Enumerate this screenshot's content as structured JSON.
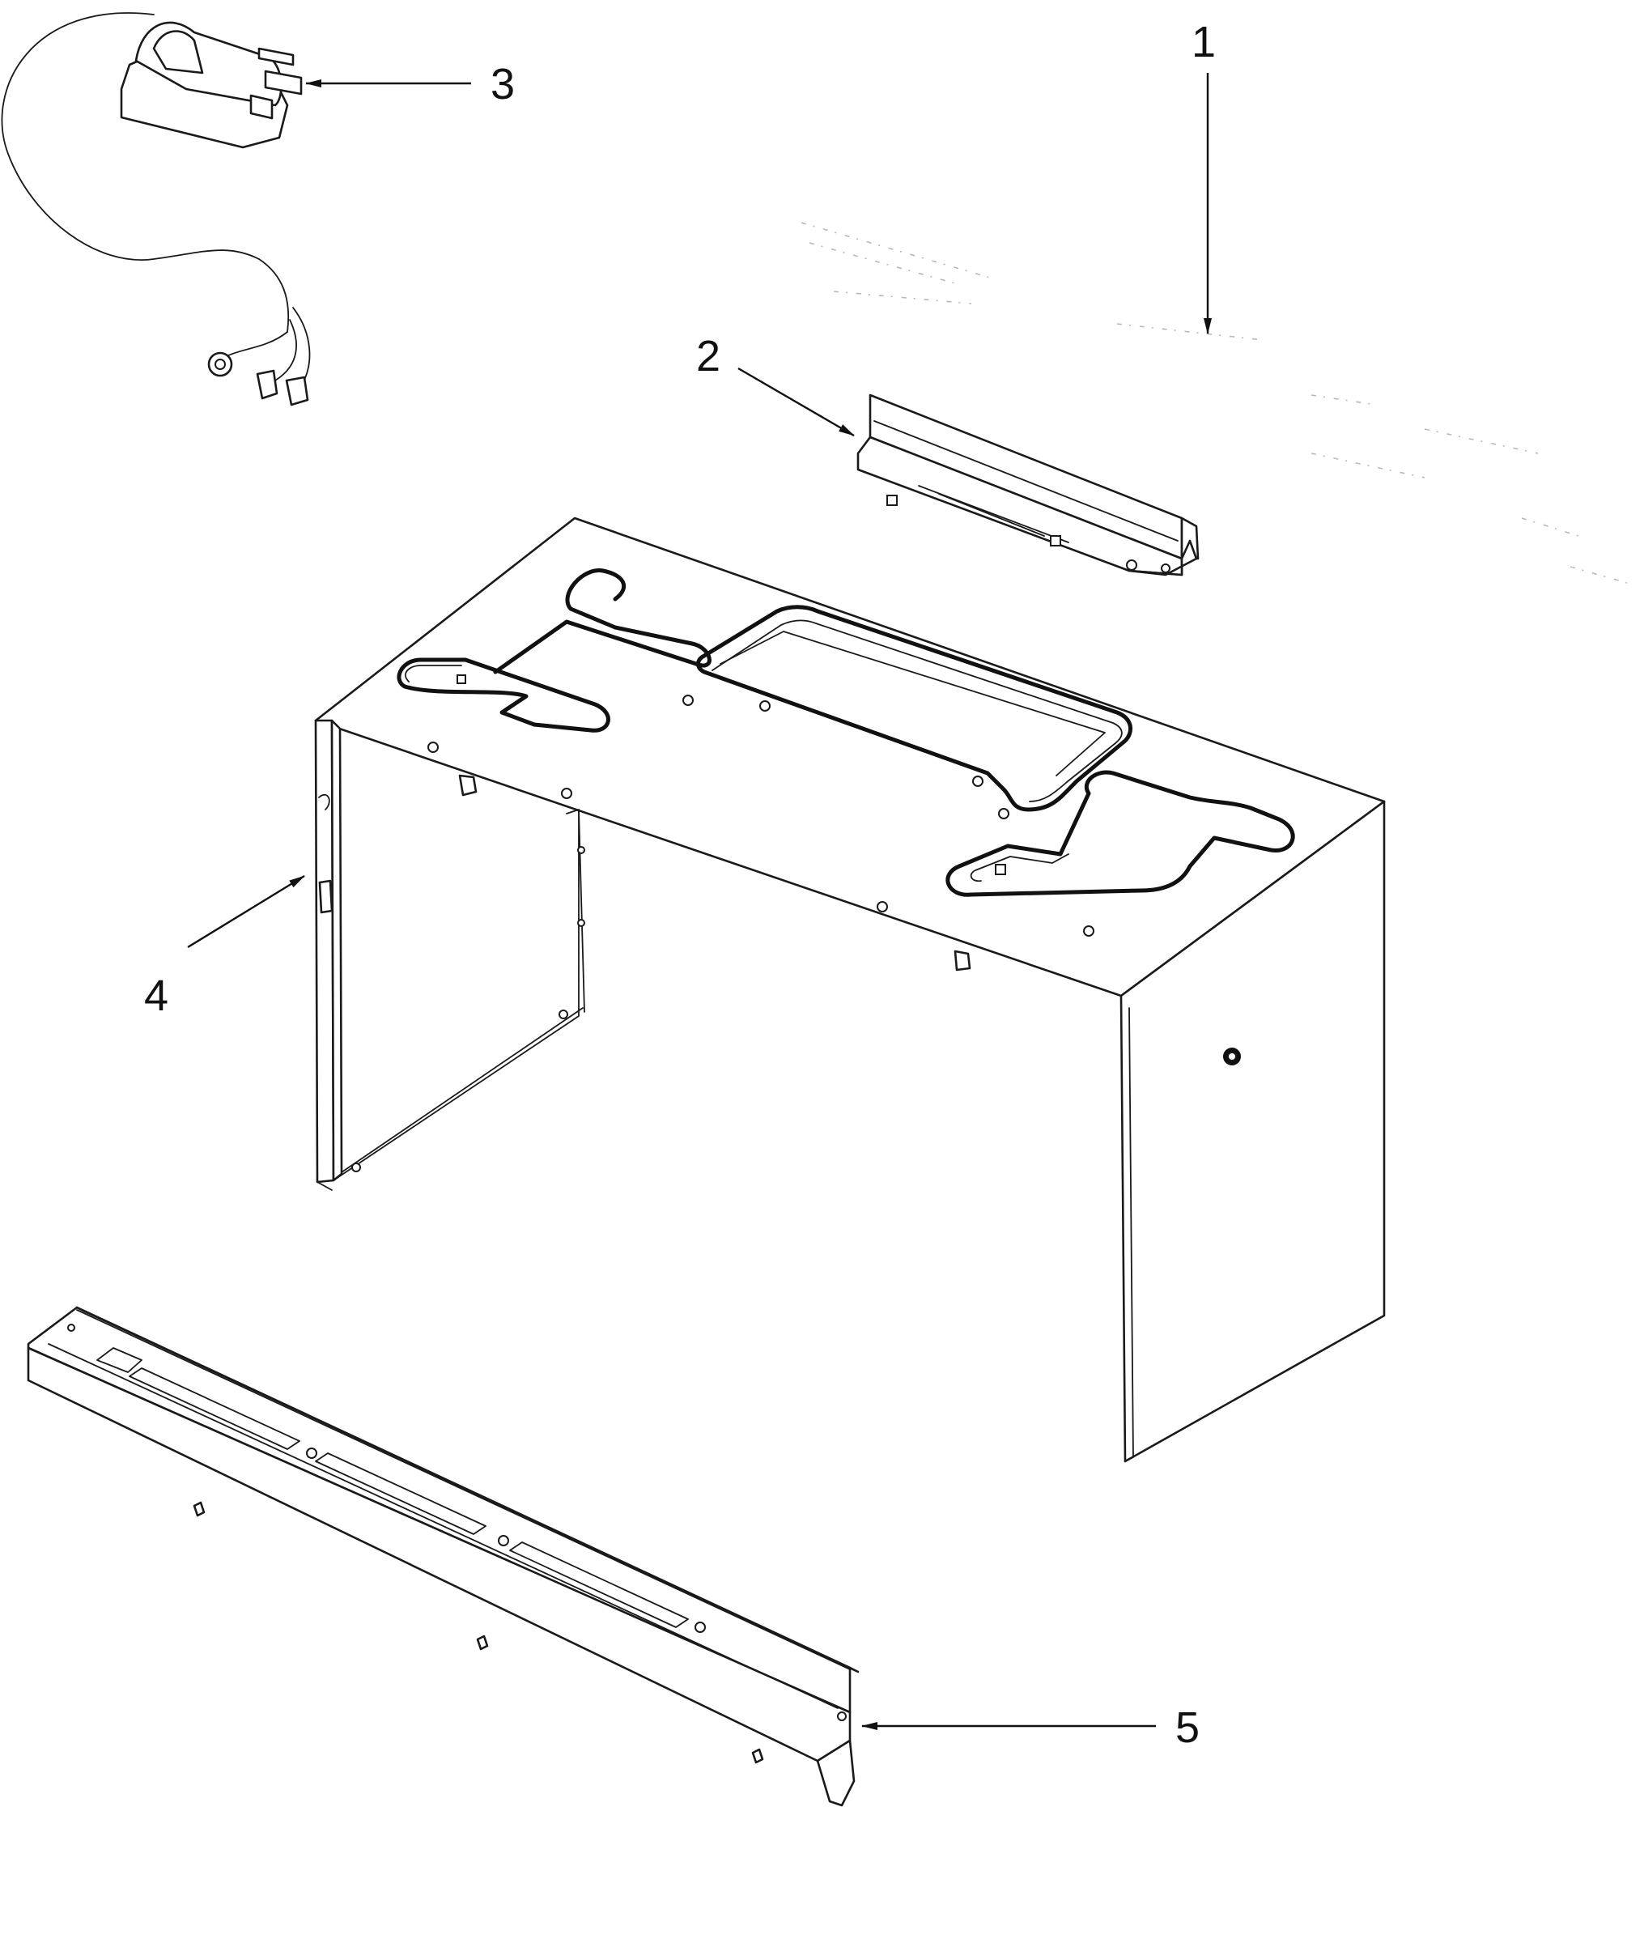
{
  "diagram": {
    "callouts": [
      {
        "id": "1",
        "label": "1"
      },
      {
        "id": "2",
        "label": "2"
      },
      {
        "id": "3",
        "label": "3"
      },
      {
        "id": "4",
        "label": "4"
      },
      {
        "id": "5",
        "label": "5"
      }
    ],
    "colors": {
      "line": "#1a1a1a",
      "background": "#ffffff"
    }
  }
}
